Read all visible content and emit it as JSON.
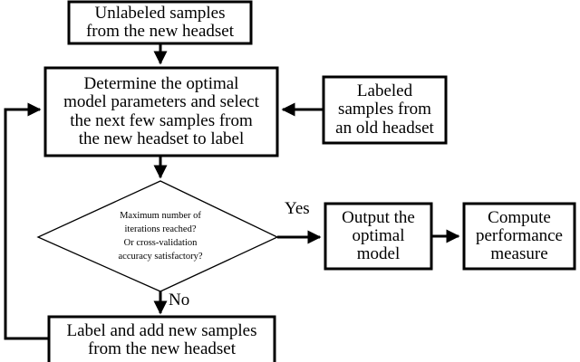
{
  "diagram": {
    "type": "flowchart",
    "title": "",
    "background_color": "#ffffff",
    "line_color": "#000000",
    "text_color": "#000000",
    "nodes": [
      {
        "id": "unlabeled-samples",
        "shape": "rectangle",
        "lines": [
          "Unlabeled samples",
          "from the new headset"
        ]
      },
      {
        "id": "determine-optimal",
        "shape": "rectangle",
        "lines": [
          "Determine the optimal",
          "model parameters and select",
          "the next few samples from",
          "the new headset to label"
        ]
      },
      {
        "id": "labeled-samples",
        "shape": "rectangle",
        "lines": [
          "Labeled",
          "samples from",
          "an old headset"
        ]
      },
      {
        "id": "decision-stop",
        "shape": "diamond",
        "lines": [
          "Maximum number of",
          "iterations reached?",
          "Or cross-validation",
          "accuracy satisfactory?"
        ]
      },
      {
        "id": "output-model",
        "shape": "rectangle",
        "lines": [
          "Output the",
          "optimal",
          "model"
        ]
      },
      {
        "id": "compute-performance",
        "shape": "rectangle",
        "lines": [
          "Compute",
          "performance",
          "measure"
        ]
      },
      {
        "id": "label-add-samples",
        "shape": "rectangle",
        "lines": [
          "Label and add new samples",
          "from the new headset"
        ]
      }
    ],
    "edge_labels": {
      "yes": "Yes",
      "no": "No"
    }
  }
}
